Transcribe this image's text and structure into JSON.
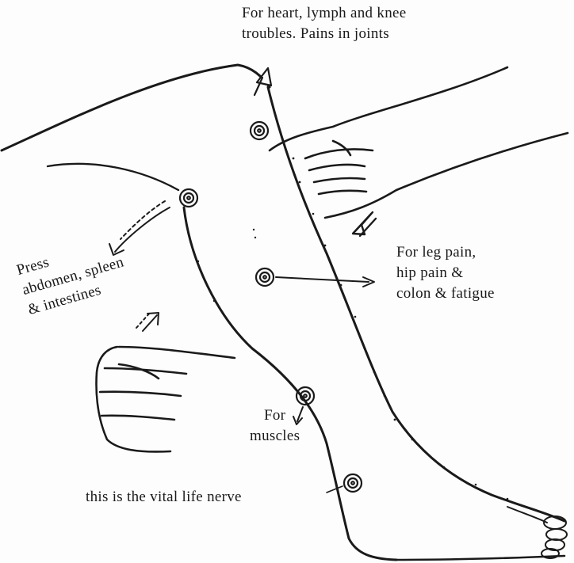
{
  "labels": {
    "top": [
      "For heart, lymph and knee",
      "troubles. Pains in joints"
    ],
    "leg": [
      "For leg pain,",
      "hip pain &",
      "colon & fatigue"
    ],
    "press": [
      "Press",
      "abdomen, spleen",
      "& intestines"
    ],
    "muscles": [
      "For",
      "muscles"
    ],
    "nerve": "this is the vital life nerve"
  },
  "icons": {
    "points": "spiral-pressure-point-icon",
    "arrows": "hollow-arrow-icon"
  },
  "colors": {
    "ink": "#1a1a1a",
    "paper": "#fdfdfd"
  }
}
